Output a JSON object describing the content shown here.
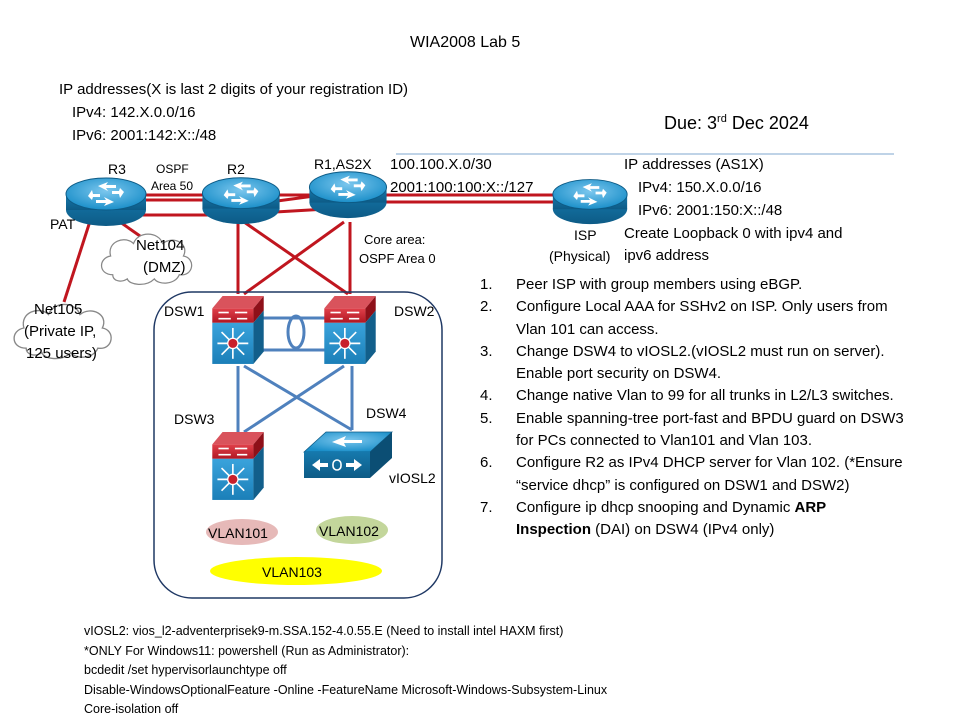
{
  "title": "WIA2008 Lab 5",
  "due": {
    "prefix": "Due: 3",
    "sup": "rd",
    "suffix": " Dec 2024"
  },
  "ip_block": {
    "heading": "IP addresses(X is last 2 digits of your registration ID)",
    "ipv4": "IPv4: 142.X.0.0/16",
    "ipv6": "IPv6: 2001:142:X::/48"
  },
  "isp_block": {
    "heading": "IP addresses (AS1X)",
    "ipv4": "IPv4: 150.X.0.0/16",
    "ipv6": "IPv6: 2001:150:X::/48",
    "loopback_line1": "Create Loopback 0 with ipv4 and",
    "loopback_line2": "ipv6 address"
  },
  "link_labels": {
    "r1_isp_v4": "100.100.X.0/30",
    "r1_isp_v6": "2001:100:100:X::/127",
    "ospf_area50_line1": "OSPF",
    "ospf_area50_line2": "Area 50",
    "core_area_line1": "Core area:",
    "core_area_line2": "OSPF Area 0",
    "pat": "PAT"
  },
  "devices": {
    "r3": "R3",
    "r2": "R2",
    "r1": "R1,AS2X",
    "isp_line1": "ISP",
    "isp_line2": "(Physical)",
    "dsw1": "DSW1",
    "dsw2": "DSW2",
    "dsw3": "DSW3",
    "dsw4": "DSW4",
    "viosl2": "vIOSL2"
  },
  "clouds": {
    "net104_line1": "Net104",
    "net104_line2": "(DMZ)",
    "net105_line1": "Net105",
    "net105_line2": "(Private IP,",
    "net105_line3": "125 users)"
  },
  "vlans": {
    "vlan101": "VLAN101",
    "vlan102": "VLAN102",
    "vlan103": "VLAN103"
  },
  "tasks": [
    {
      "num": "1.",
      "text": "Peer ISP with group members using eBGP."
    },
    {
      "num": "2.",
      "text": "Configure Local AAA for SSHv2 on ISP. Only users from Vlan 101 can access."
    },
    {
      "num": "3.",
      "text": "Change DSW4 to vIOSL2.(vIOSL2 must run on server). Enable port security on DSW4."
    },
    {
      "num": "4.",
      "text": "Change native Vlan to 99 for all trunks in L2/L3 switches."
    },
    {
      "num": "5.",
      "text": "Enable spanning-tree port-fast and BPDU guard on DSW3 for PCs connected to Vlan101 and Vlan 103."
    },
    {
      "num": "6.",
      "text": "Configure R2 as IPv4 DHCP server for Vlan 102. (*Ensure “service dhcp” is configured on DSW1 and DSW2)"
    },
    {
      "num": "7.",
      "text_pre": "Configure ip dhcp snooping and Dynamic ",
      "bold1": "ARP",
      "bold2": "Inspection",
      "text_post": " (DAI) on DSW4 (IPv4 only)"
    }
  ],
  "footer": [
    "vIOSL2: vios_l2-adventerprisek9-m.SSA.152-4.0.55.E  (Need to install intel HAXM first)",
    "*ONLY For Windows11: powershell (Run as Administrator):",
    "bcdedit /set hypervisorlaunchtype off",
    "Disable-WindowsOptionalFeature -Online -FeatureName Microsoft-Windows-Subsystem-Linux",
    "Core-isolation off"
  ],
  "colors": {
    "wan_link": "#c0161f",
    "lan_link": "#4f81bd",
    "router_blue": "#1b8fc9",
    "switch_red": "#c8202c",
    "vlan101_fill": "#e6b9b8",
    "vlan102_fill": "#c3d69b",
    "vlan103_fill": "#ffff00",
    "header_rule": "#7fa7cf"
  }
}
